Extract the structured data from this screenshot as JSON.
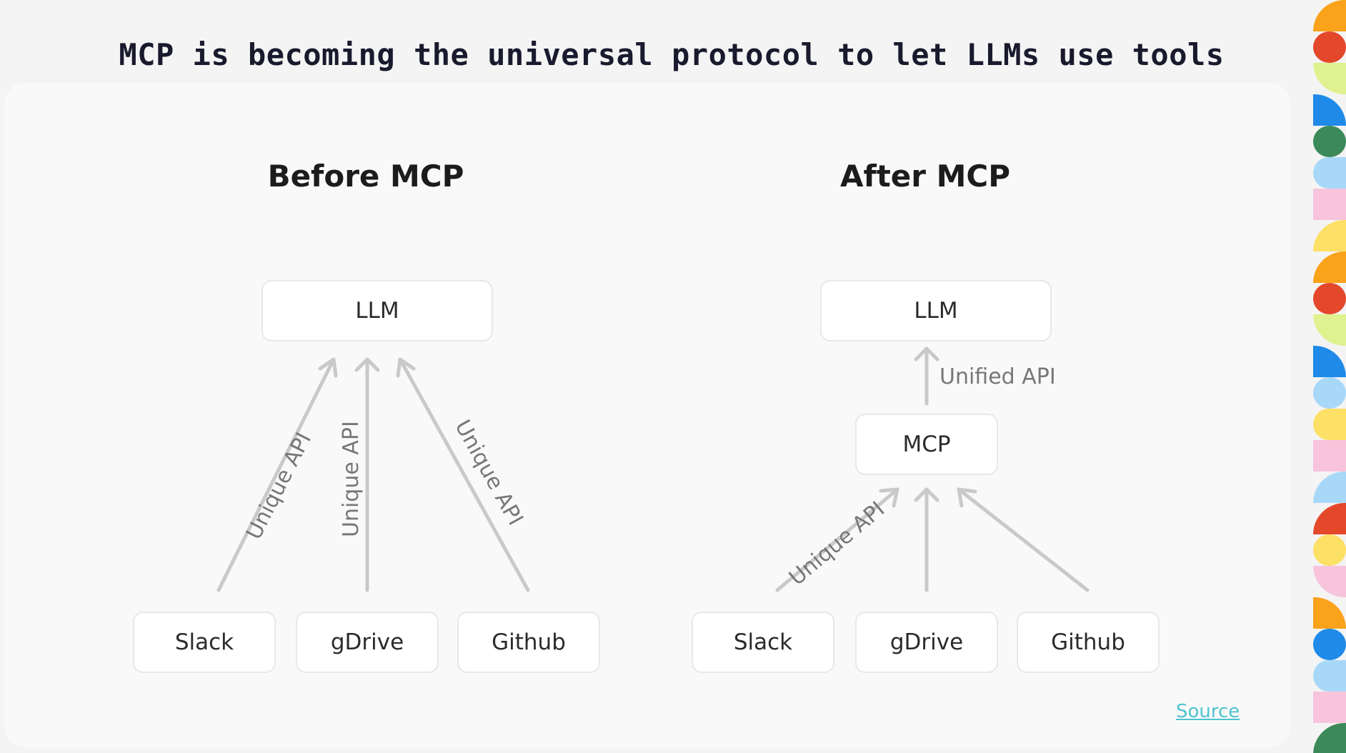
{
  "title": "MCP is becoming the universal protocol to let LLMs use tools",
  "before": {
    "heading": "Before MCP",
    "llm": "LLM",
    "tools": [
      "Slack",
      "gDrive",
      "Github"
    ],
    "edge_labels": [
      "Unique API",
      "Unique API",
      "Unique API"
    ]
  },
  "after": {
    "heading": "After MCP",
    "llm": "LLM",
    "hub": "MCP",
    "hub_edge_label": "Unified API",
    "tools": [
      "Slack",
      "gDrive",
      "Github"
    ],
    "edge_labels": [
      "Unique API"
    ]
  },
  "source_link": "Source",
  "colors": {
    "arrow": "#c9c9c9",
    "link": "#4fc3cf",
    "strip": [
      "#f9a21a",
      "#e4482b",
      "#dff28f",
      "#1f8ae8",
      "#3c8a5a",
      "#a8d8f8",
      "#f8c4dc",
      "#fde066",
      "#f9a21a",
      "#e4482b",
      "#dff28f",
      "#1f8ae8",
      "#a8d8f8",
      "#fde066",
      "#f8c4dc",
      "#a8d8f8",
      "#e4482b",
      "#fde066",
      "#f8c4dc",
      "#f9a21a",
      "#1f8ae8",
      "#a8d8f8",
      "#f8c4dc",
      "#3c8a5a"
    ]
  }
}
